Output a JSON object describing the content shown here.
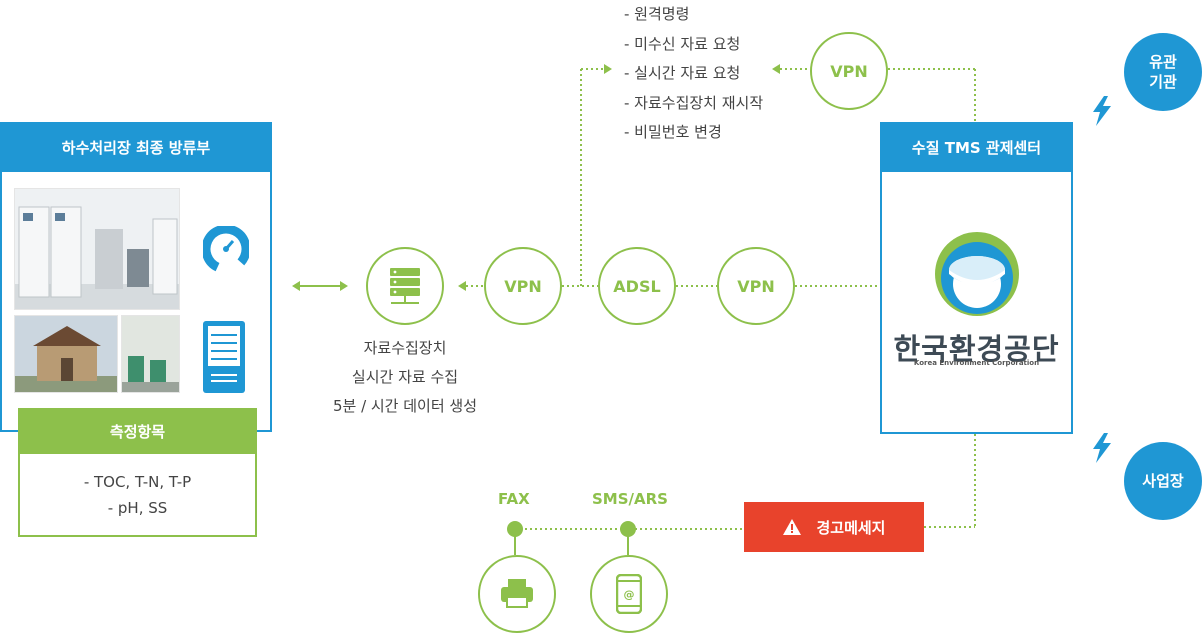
{
  "left_panel": {
    "title": "하수처리장 최종 방류부",
    "measure_title": "측정항목",
    "measure_items": [
      "- TOC, T-N, T-P",
      "- pH, SS"
    ]
  },
  "collector": {
    "lines": [
      "자료수집장치",
      "실시간 자료 수집",
      "5분 / 시간 데이터 생성"
    ]
  },
  "nodes": {
    "vpn_1": "VPN",
    "adsl": "ADSL",
    "vpn_2": "VPN",
    "vpn_3": "VPN"
  },
  "commands": [
    "- 원격명령",
    "- 미수신 자료 요청",
    "- 실시간 자료 요청",
    "- 자료수집장치 재시작",
    "- 비밀번호 변경"
  ],
  "right_panel": {
    "title": "수질 TMS 관제센터",
    "logo_name": "한국환경공단",
    "logo_sub": "Korea Environment Corporation"
  },
  "agency": [
    "유관",
    "기관"
  ],
  "site": "사업장",
  "alert": {
    "label": "경고메세지",
    "icon": "warning-icon"
  },
  "notify": {
    "fax": "FAX",
    "sms": "SMS/ARS"
  },
  "colors": {
    "blue": "#1f97d4",
    "green": "#8dc04b",
    "red": "#e8432c"
  }
}
